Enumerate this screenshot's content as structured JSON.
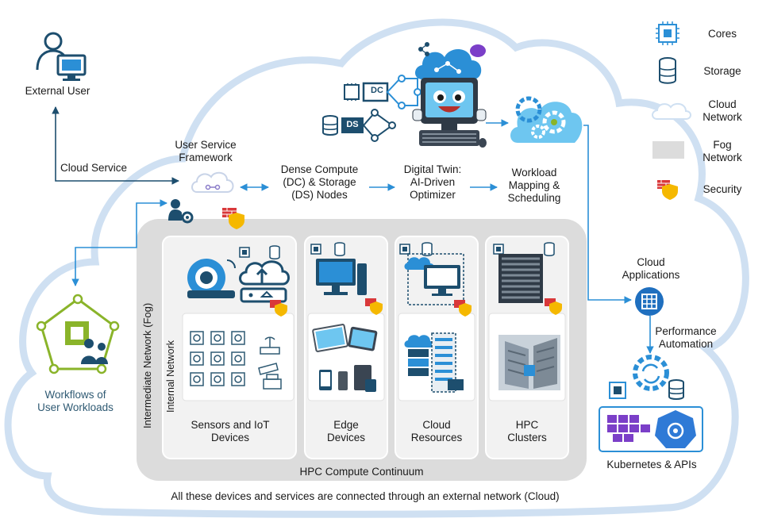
{
  "labels": {
    "external_user": "External User",
    "cloud_service": "Cloud Service",
    "user_service_framework": [
      "User Service",
      "Framework"
    ],
    "dense_compute": [
      "Dense Compute",
      "(DC) & Storage",
      "(DS) Nodes"
    ],
    "digital_twin": [
      "Digital Twin:",
      "AI-Driven",
      "Optimizer"
    ],
    "workload_mapping": [
      "Workload",
      "Mapping &",
      "Scheduling"
    ],
    "cloud_applications": [
      "Cloud",
      "Applications"
    ],
    "performance_automation": [
      "Performance",
      "Automation"
    ],
    "kubernetes_apis": "Kubernetes & APIs",
    "workflows": [
      "Workflows of",
      "User Workloads"
    ],
    "intermediate_network": "Intermediate Network (Fog)",
    "internal_network": "Internal Network",
    "hpc_continuum": "HPC Compute Continuum",
    "footer": "All these devices and services are connected through an external network (Cloud)",
    "dc_tag": "DC",
    "ds_tag": "DS"
  },
  "columns": [
    {
      "id": "sensors",
      "label": [
        "Sensors and IoT",
        "Devices"
      ]
    },
    {
      "id": "edge",
      "label": [
        "Edge",
        "Devices"
      ]
    },
    {
      "id": "cloud",
      "label": [
        "Cloud",
        "Resources"
      ]
    },
    {
      "id": "hpc",
      "label": [
        "HPC",
        "Clusters"
      ]
    }
  ],
  "legend": [
    {
      "icon": "cores-icon",
      "label": [
        "Cores"
      ]
    },
    {
      "icon": "storage-icon",
      "label": [
        "Storage"
      ]
    },
    {
      "icon": "cloud-network-icon",
      "label": [
        "Cloud",
        "Network"
      ]
    },
    {
      "icon": "fog-network-icon",
      "label": [
        "Fog",
        "Network"
      ]
    },
    {
      "icon": "security-icon",
      "label": [
        "Security"
      ]
    }
  ],
  "colors": {
    "cloud_outline": "#cfe0f2",
    "fog": "#dcdcdc",
    "panel": "#f2f2f2",
    "blue": "#2b8fd6",
    "dark": "#1d4e6e",
    "green": "#8ab42a",
    "red": "#d9383a",
    "yellow": "#f5b800",
    "purple": "#7b3fc8"
  }
}
